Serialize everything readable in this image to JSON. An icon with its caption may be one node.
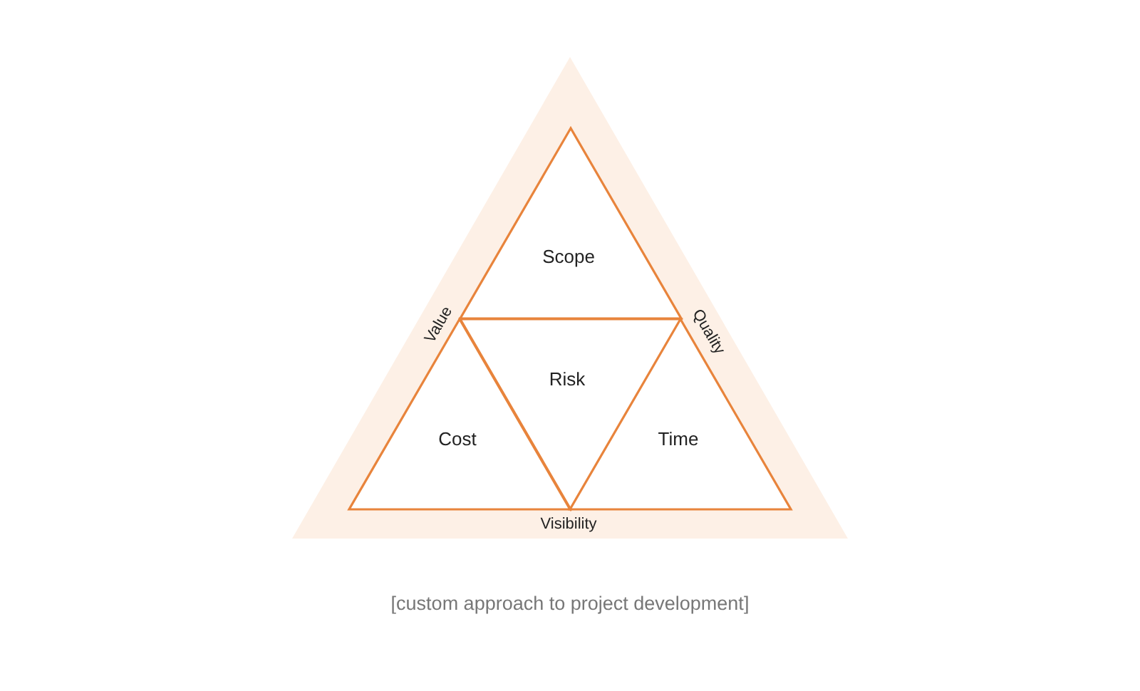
{
  "diagram": {
    "caption": "[custom approach to project development]",
    "nodes": [
      {
        "text": [
          "Scope"
        ]
      },
      {
        "text": [
          "Cost"
        ]
      },
      {
        "text": [
          "Risk"
        ]
      },
      {
        "text": [
          "Time"
        ]
      }
    ],
    "labels": [
      "Value",
      "Quality",
      "Visibility"
    ]
  }
}
